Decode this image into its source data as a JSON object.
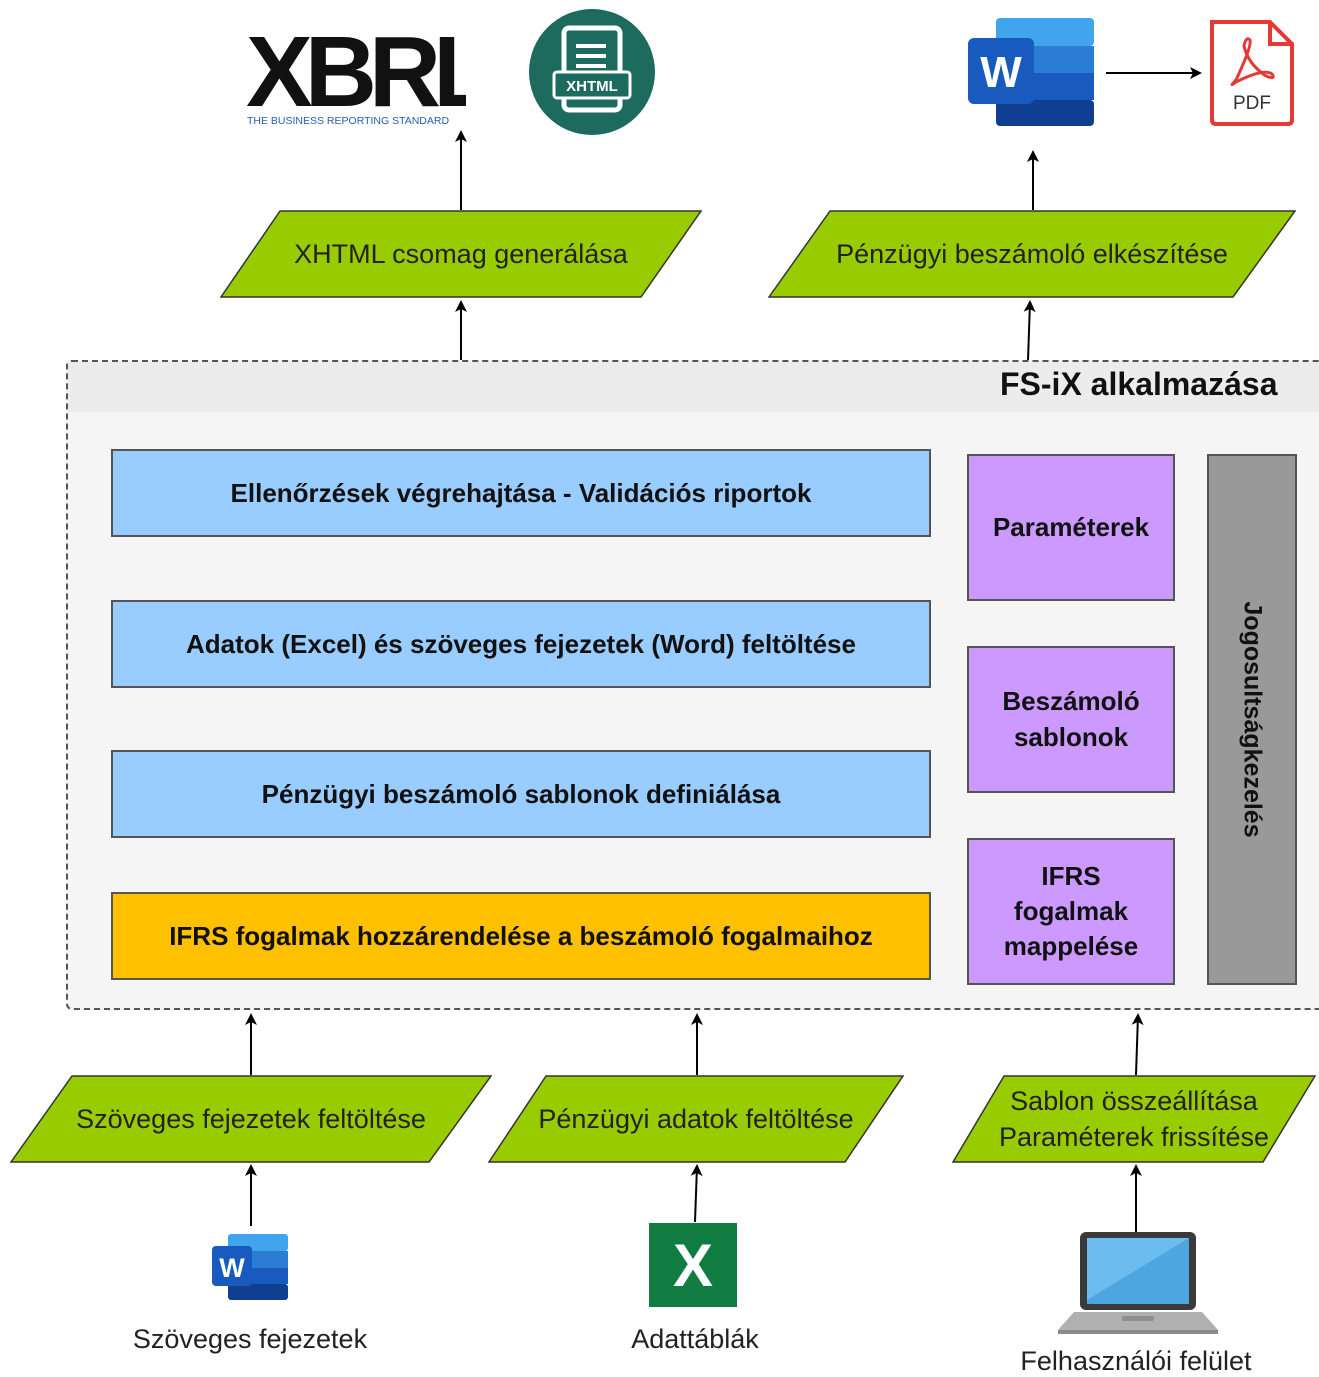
{
  "outputs": {
    "xbrl_logo": {
      "text": "XBRL",
      "tagline": "THE BUSINESS REPORTING STANDARD"
    },
    "xhtml_icon": {
      "label": "XHTML"
    },
    "pdf_icon": {
      "label": "PDF"
    },
    "word_icon": {
      "letter": "W"
    }
  },
  "top_processes": {
    "xhtml": "XHTML csomag generálása",
    "report": "Pénzügyi beszámoló elkészítése"
  },
  "app": {
    "title": "FS-iX alkalmazása",
    "steps": [
      "Ellenőrzések végrehajtása - Validációs riportok",
      "Adatok (Excel) és szöveges fejezetek (Word) feltöltése",
      "Pénzügyi beszámoló sablonok definiálása",
      "IFRS fogalmak hozzárendelése a beszámoló fogalmaihoz"
    ],
    "side_modules": [
      "Paraméterek",
      "Beszámoló sablonok",
      "IFRS fogalmak mappelése"
    ],
    "rights": "Jogosultságkezelés"
  },
  "bottom_processes": {
    "text_upload": "Szöveges fejezetek feltöltése",
    "financial_upload": "Pénzügyi adatok feltöltése",
    "template": "Sablon összeállítása Paraméterek frissítése"
  },
  "sources": {
    "word": {
      "letter": "W",
      "caption": "Szöveges fejezetek"
    },
    "excel": {
      "letter": "X",
      "caption": "Adattáblák"
    },
    "laptop": {
      "caption": "Felhasználói felület"
    }
  },
  "colors": {
    "process_green": "#99cc00",
    "step_blue": "#99ccff",
    "mapping_gold": "#ffc000",
    "module_purple": "#cc99ff",
    "rights_gray": "#999999",
    "word_blue": "#185abd",
    "excel_green": "#107c41",
    "pdf_red": "#e53935",
    "xhtml_teal": "#1d6b5e"
  },
  "icons": [
    "xbrl-logo",
    "xhtml-file-icon",
    "word-icon",
    "pdf-icon",
    "excel-icon",
    "laptop-icon"
  ]
}
